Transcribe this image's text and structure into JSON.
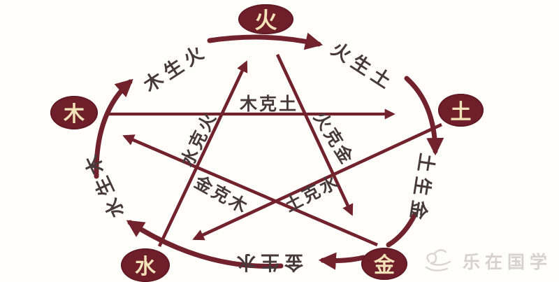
{
  "diagram": {
    "description": "Chinese Five Elements (Wu Xing) generating and overcoming cycle diagram",
    "nodes": [
      {
        "id": "fire",
        "char": "火"
      },
      {
        "id": "earth",
        "char": "土"
      },
      {
        "id": "metal",
        "char": "金"
      },
      {
        "id": "water",
        "char": "水"
      },
      {
        "id": "wood",
        "char": "木"
      }
    ],
    "generating": [
      {
        "id": "wood-fire",
        "label": "木生火"
      },
      {
        "id": "fire-earth",
        "label": "火生土"
      },
      {
        "id": "earth-metal",
        "label": "土生金"
      },
      {
        "id": "metal-water",
        "label": "金生水"
      },
      {
        "id": "water-wood",
        "label": "水生木"
      }
    ],
    "overcoming": [
      {
        "id": "wood-earth",
        "label": "木克土"
      },
      {
        "id": "water-fire",
        "label": "水克火"
      },
      {
        "id": "fire-metal",
        "label": "火克金"
      },
      {
        "id": "earth-water",
        "label": "土克水"
      },
      {
        "id": "metal-wood",
        "label": "金克木"
      }
    ],
    "colors": {
      "arrow": "#72222c",
      "node_fill": "#6f1f2a",
      "node_text": "#f3e3b9",
      "label_text": "#473a3c",
      "watermark": "#d6d3cf",
      "background": "#fffefb"
    }
  },
  "watermark": {
    "brand": "乐在国学"
  }
}
